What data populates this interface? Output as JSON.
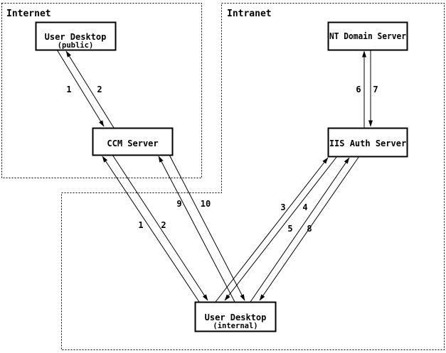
{
  "regions": {
    "internet": {
      "label": "Internet"
    },
    "intranet": {
      "label": "Intranet"
    }
  },
  "nodes": {
    "user_desktop_public": {
      "title": "User Desktop",
      "subtitle": "(public)"
    },
    "ccm_server": {
      "title": "CCM Server"
    },
    "nt_domain_server": {
      "title": "NT Domain Server"
    },
    "iis_auth_server": {
      "title": "IIS Auth Server"
    },
    "user_desktop_internal": {
      "title": "User Desktop",
      "subtitle": "(internal)"
    }
  },
  "steps": {
    "s1": "1",
    "s2": "2",
    "s3": "3",
    "s4": "4",
    "s5": "5",
    "s6": "6",
    "s7": "7",
    "s8": "8",
    "s9": "9",
    "s10": "10"
  },
  "colors": {
    "ink": "#000000",
    "background": "#ffffff"
  }
}
